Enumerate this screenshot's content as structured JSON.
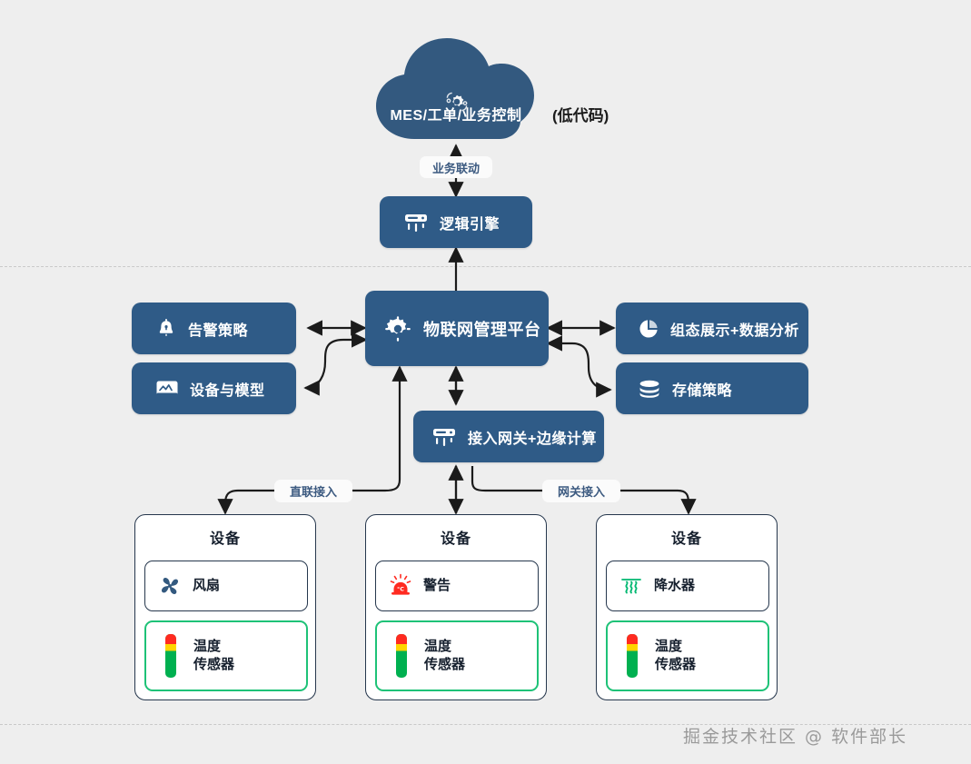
{
  "diagram": {
    "title_cloud": "MES/工单/业务控制",
    "lowcode_note": "(低代码)",
    "watermark": "掘金技术社区 @ 软件部长",
    "colors": {
      "node_blue": "#2f5b87",
      "canvas": "#eeeeee",
      "sensor_green": "#1ec277",
      "card_border": "#26374d",
      "edge_label_text": "#3c5a80",
      "arrow": "#1b1b1b"
    }
  },
  "nodes": {
    "cloud": {
      "label": "MES/工单/业务控制",
      "icon": "cloud-gear-icon"
    },
    "logic_engine": {
      "label": "逻辑引擎",
      "icon": "router-icon"
    },
    "platform": {
      "label": "物联网管理平台",
      "icon": "gear-icon"
    },
    "alarm_policy": {
      "label": "告警策略",
      "icon": "bell-icon"
    },
    "device_model": {
      "label": "设备与模型",
      "icon": "device-card-icon"
    },
    "visualization": {
      "label": "组态展示+数据分析",
      "icon": "pie-chart-icon"
    },
    "storage_policy": {
      "label": "存储策略",
      "icon": "database-icon"
    },
    "gateway": {
      "label": "接入网关+边缘计算",
      "icon": "router-icon"
    }
  },
  "edge_labels": {
    "business_link": "业务联动",
    "direct_access": "直联接入",
    "gateway_access": "网关接入"
  },
  "device_cards": [
    {
      "title": "设备",
      "primary": {
        "label": "风扇",
        "icon": "fan-icon"
      },
      "sensor": {
        "label_line1": "温度",
        "label_line2": "传感器",
        "icon": "thermometer-icon"
      }
    },
    {
      "title": "设备",
      "primary": {
        "label": "警告",
        "icon": "alarm-siren-icon"
      },
      "sensor": {
        "label_line1": "温度",
        "label_line2": "传感器",
        "icon": "thermometer-icon"
      }
    },
    {
      "title": "设备",
      "primary": {
        "label": "降水器",
        "icon": "sprinkler-icon"
      },
      "sensor": {
        "label_line1": "温度",
        "label_line2": "传感器",
        "icon": "thermometer-icon"
      }
    }
  ]
}
